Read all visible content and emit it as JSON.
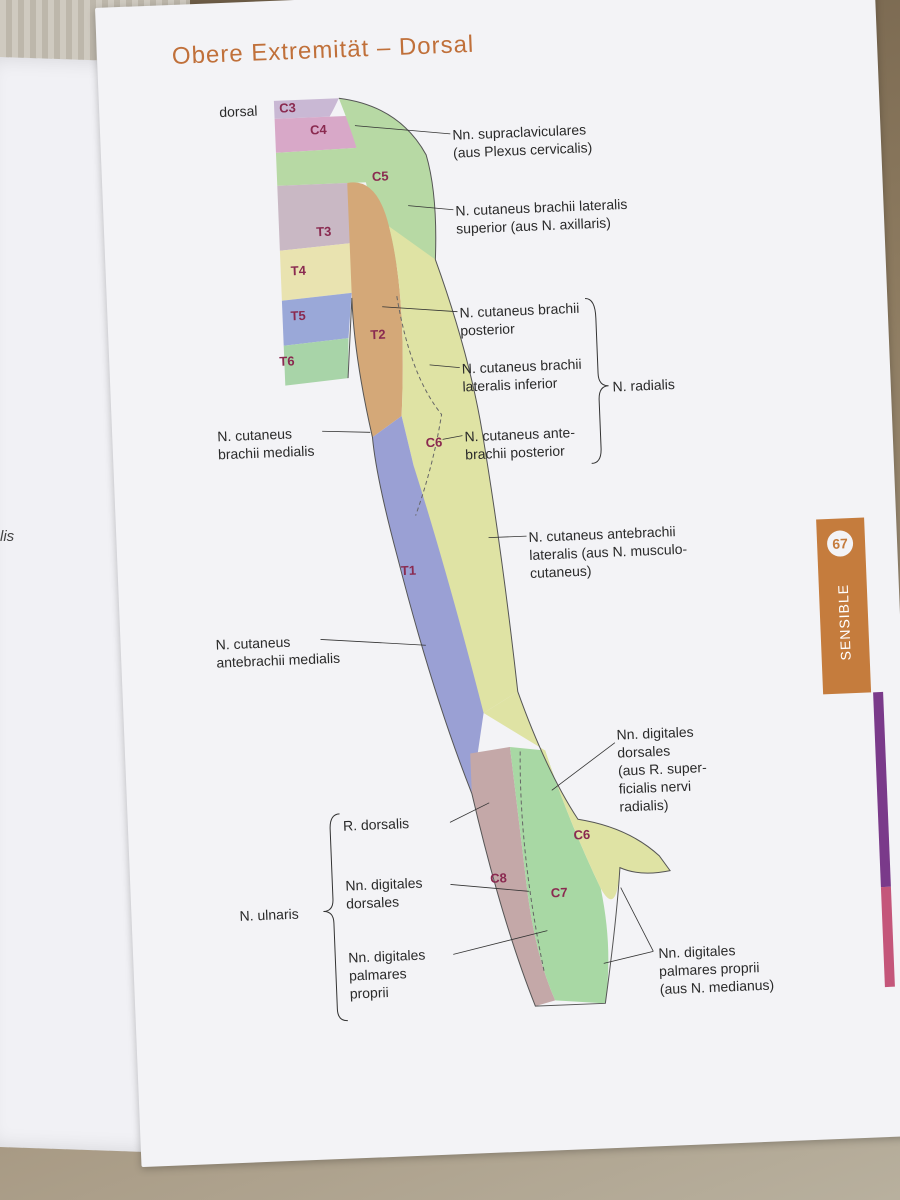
{
  "title": "Obere Extremität – Dorsal",
  "view_label": "dorsal",
  "left_page_fragment": "lis",
  "page_number": "67",
  "tab_label": "SENSIBLE",
  "segments": {
    "c3": "C3",
    "c4": "C4",
    "c5": "C5",
    "t3": "T3",
    "t4": "T4",
    "t5": "T5",
    "t6": "T6",
    "t2": "T2",
    "c6_upper": "C6",
    "t1": "T1",
    "c6_hand": "C6",
    "c8": "C8",
    "c7": "C7"
  },
  "labels": {
    "supraclav_1": "Nn. supraclaviculares",
    "supraclav_2": "(aus Plexus cervicalis)",
    "cut_lat_sup_1": "N. cutaneus brachii lateralis",
    "cut_lat_sup_2": "superior (aus N. axillaris)",
    "cut_post_1": "N. cutaneus brachii",
    "cut_post_2": "posterior",
    "cut_lat_inf_1": "N. cutaneus brachii",
    "cut_lat_inf_2": "lateralis inferior",
    "radialis": "N. radialis",
    "cut_antebr_post_1": "N. cutaneus ante-",
    "cut_antebr_post_2": "brachii posterior",
    "cut_brachii_med_1": "N. cutaneus",
    "cut_brachii_med_2": "brachii medialis",
    "cut_antebr_lat_1": "N. cutaneus antebrachii",
    "cut_antebr_lat_2": "lateralis (aus N. musculo-",
    "cut_antebr_lat_3": "cutaneus)",
    "cut_antebr_med_1": "N. cutaneus",
    "cut_antebr_med_2": "antebrachii medialis",
    "dig_dors_rad_1": "Nn. digitales",
    "dig_dors_rad_2": "dorsales",
    "dig_dors_rad_3": "(aus R. super-",
    "dig_dors_rad_4": "ficialis nervi",
    "dig_dors_rad_5": "radialis)",
    "r_dorsalis": "R. dorsalis",
    "dig_dors_uln_1": "Nn. digitales",
    "dig_dors_uln_2": "dorsales",
    "ulnaris": "N. ulnaris",
    "dig_palm_uln_1": "Nn. digitales",
    "dig_palm_uln_2": "palmares",
    "dig_palm_uln_3": "proprii",
    "dig_palm_med_1": "Nn. digitales",
    "dig_palm_med_2": "palmares proprii",
    "dig_palm_med_3": "(aus N. medianus)"
  },
  "colors": {
    "c3": "#c9b8d4",
    "c4": "#d8a8c8",
    "c5": "#b7d9a4",
    "t3": "#c9b8c4",
    "t4": "#e9e3b0",
    "t5": "#9aa8d8",
    "t6": "#a8d4a8",
    "t2": "#d4a878",
    "c6": "#dfe3a4",
    "t1": "#9aa0d4",
    "c7": "#a8d8a4",
    "c8": "#c4a8a8",
    "accent": "#c57c3d"
  }
}
